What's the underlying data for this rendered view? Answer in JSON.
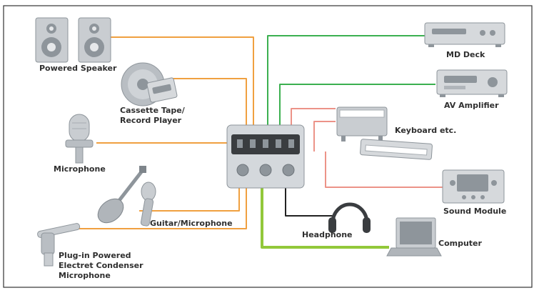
{
  "title": "",
  "devices": {
    "powered_speaker": "Powered Speaker",
    "cassette_tape": "Cassette Tape/",
    "record_player": "Record Player",
    "microphone": "Microphone",
    "guitar_microphone": "Guitar/Microphone",
    "condenser_line1": "Plug-in Powered",
    "condenser_line2": "Electret Condenser",
    "condenser_line3": "Microphone",
    "md_deck": "MD Deck",
    "av_amplifier": "AV Amplifier",
    "keyboard": "Keyboard etc.",
    "sound_module": "Sound Module",
    "headphone": "Headphone",
    "computer": "Computer"
  },
  "colors": {
    "audio_line": "#f0a040",
    "green_line": "#3cb050",
    "pink_line": "#ec9388",
    "black_line": "#222222",
    "usb_line": "#92c83a",
    "device_gray": "#c9cdd1",
    "device_dark": "#8e959b",
    "frame": "#333333"
  },
  "icons": [
    "speaker-icon",
    "cassette-icon",
    "record-icon",
    "microphone-icon",
    "guitar-icon",
    "condenser-mic-icon",
    "mixer-icon",
    "md-deck-icon",
    "av-amplifier-icon",
    "keyboard-icon",
    "sound-module-icon",
    "headphone-icon",
    "laptop-icon"
  ]
}
